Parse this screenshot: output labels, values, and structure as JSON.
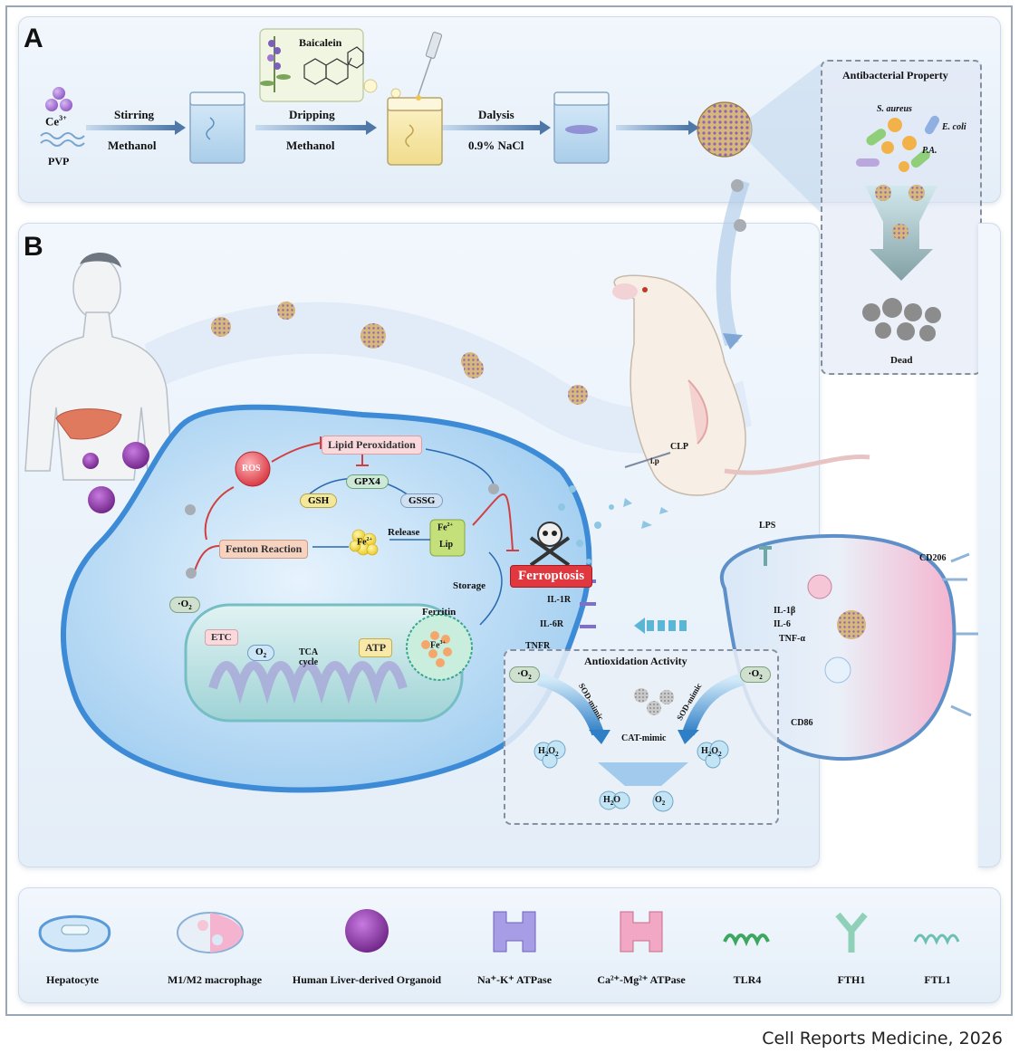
{
  "panel_a": {
    "letter": "A",
    "ce": "Ce",
    "ce_sup": "3+",
    "pvp": "PVP",
    "step1_top": "Stirring",
    "step1_bottom": "Methanol",
    "baicalein": "Baicalein",
    "step2_top": "Dripping",
    "step2_bottom": "Methanol",
    "step3_top": "Dalysis",
    "step3_bottom": "0.9% NaCl",
    "antibacterial": {
      "title": "Antibacterial Property",
      "s_aureus": "S. aureus",
      "e_coli": "E. coli",
      "pa": "P.A.",
      "dead": "Dead"
    }
  },
  "panel_b": {
    "letter": "B",
    "mouse": {
      "clp": "CLP",
      "ip": "i.p"
    },
    "hepatocyte": {
      "ros": "ROS",
      "lipid_peroxidation": "Lipid Peroxidation",
      "gpx4": "GPX4",
      "gsh": "GSH",
      "gssg": "GSSG",
      "fe2": "Fe",
      "fe2_sup": "2+",
      "lip": "Lip",
      "release": "Release",
      "storage": "Storage",
      "fenton": "Fenton Reaction",
      "o2_radical": "·O",
      "o2_sub": "2",
      "ferroptosis": "Ferroptosis",
      "ferritin": "Ferritin",
      "fe3": "Fe",
      "fe3_sup": "3+",
      "etc": "ETC",
      "o2": "O",
      "o2_sub2": "2",
      "tca": "TCA",
      "cycle": "cycle",
      "atp": "ATP",
      "il1r": "IL-1R",
      "il6r": "IL-6R",
      "tnfr": "TNFR"
    },
    "macrophage": {
      "lps": "LPS",
      "cd206": "CD206",
      "il1b": "IL-1β",
      "il6": "IL-6",
      "tnfa": "TNF-α",
      "cd86": "CD86"
    },
    "antioxidation": {
      "title": "Antioxidation Activity",
      "o2_left": "·O",
      "o2_right": "·O",
      "sub": "2",
      "sod_left": "SOD-mimic",
      "sod_right": "SOD-mimic",
      "cat": "CAT-mimic",
      "h2o2_left": "H",
      "h2o2_right": "H",
      "h2o2_mid": "2",
      "h2o2_o": "O",
      "h2o": "H",
      "h2o_o": "O",
      "o2_final": "O"
    }
  },
  "legend": {
    "items": [
      "Hepatocyte",
      "M1/M2 macrophage",
      "Human Liver-derived Organoid",
      "Na⁺-K⁺ ATPase",
      "Ca²⁺-Mg²⁺ ATPase",
      "TLR4",
      "FTH1",
      "FTL1"
    ]
  },
  "credit": "Cell Reports Medicine, 2026",
  "colors": {
    "panel_bg": "#e8f0f9",
    "cell_blue": "#8fc3ee",
    "nanoparticle": "#c9a66b",
    "ferroptosis_red": "#e0383e",
    "macrophage_pink": "#f3b5cf",
    "organoid_purple": "#8a3ea0"
  }
}
